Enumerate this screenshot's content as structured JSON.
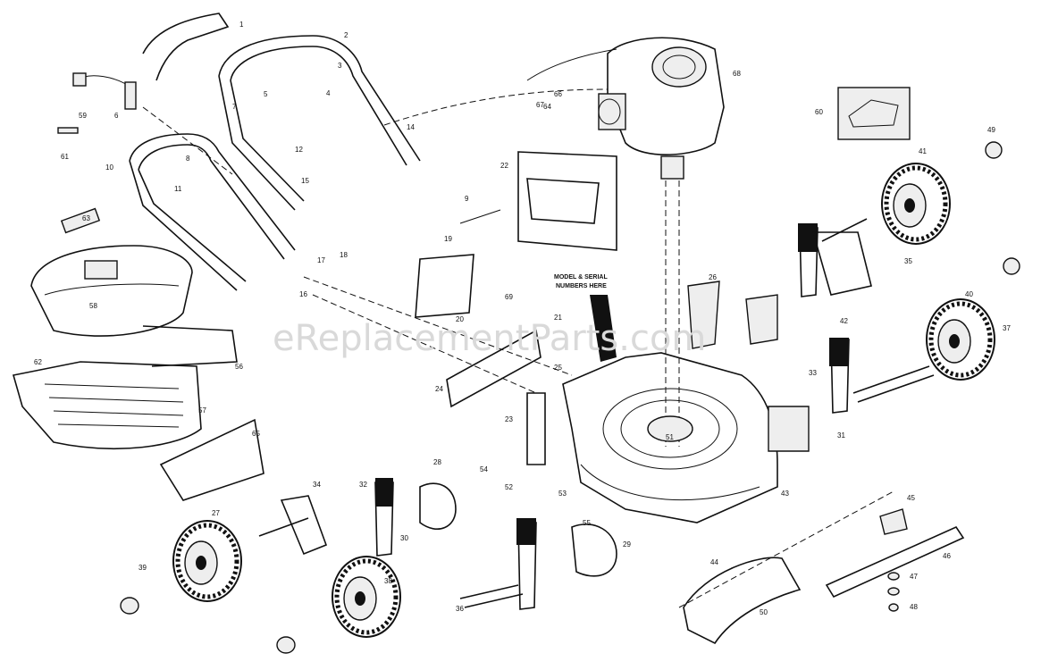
{
  "watermark": "eReplacementParts.com",
  "decal_note": [
    "MODEL & SERIAL",
    "NUMBERS HERE"
  ],
  "callouts": [
    "1",
    "2",
    "3",
    "4",
    "5",
    "6",
    "7",
    "8",
    "9",
    "10",
    "11",
    "12",
    "14",
    "15",
    "16",
    "17",
    "18",
    "19",
    "20",
    "21",
    "22",
    "23",
    "24",
    "25",
    "26",
    "27",
    "28",
    "29",
    "30",
    "31",
    "32",
    "33",
    "34",
    "35",
    "36",
    "37",
    "38",
    "39",
    "40",
    "41",
    "42",
    "43",
    "44",
    "45",
    "46",
    "47",
    "48",
    "49",
    "50",
    "51",
    "52",
    "53",
    "54",
    "55",
    "56",
    "57",
    "58",
    "59",
    "60",
    "61",
    "62",
    "63",
    "64",
    "65",
    "66",
    "67",
    "68",
    "69"
  ],
  "colors": {
    "line": "#111111",
    "background": "#ffffff",
    "watermark": "#d9d9d9"
  }
}
